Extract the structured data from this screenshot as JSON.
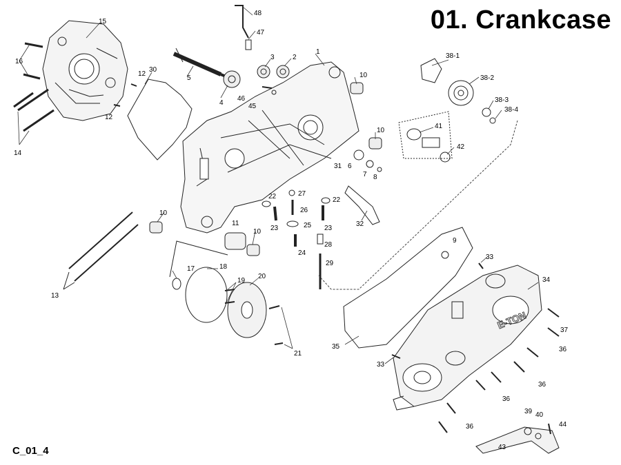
{
  "header": {
    "title": "01. Crankcase"
  },
  "footer": {
    "code": "C_01_4"
  },
  "diagram": {
    "callouts": [
      {
        "id": "c1",
        "label": "1"
      },
      {
        "id": "c2",
        "label": "2"
      },
      {
        "id": "c3",
        "label": "3"
      },
      {
        "id": "c4",
        "label": "4"
      },
      {
        "id": "c5",
        "label": "5"
      },
      {
        "id": "c6",
        "label": "6"
      },
      {
        "id": "c7",
        "label": "7"
      },
      {
        "id": "c8",
        "label": "8"
      },
      {
        "id": "c9",
        "label": "9"
      },
      {
        "id": "c10a",
        "label": "10"
      },
      {
        "id": "c10b",
        "label": "10"
      },
      {
        "id": "c10c",
        "label": "10"
      },
      {
        "id": "c10d",
        "label": "10"
      },
      {
        "id": "c11",
        "label": "11"
      },
      {
        "id": "c12a",
        "label": "12"
      },
      {
        "id": "c12b",
        "label": "12"
      },
      {
        "id": "c13",
        "label": "13"
      },
      {
        "id": "c14",
        "label": "14"
      },
      {
        "id": "c15",
        "label": "15"
      },
      {
        "id": "c16",
        "label": "16"
      },
      {
        "id": "c17",
        "label": "17"
      },
      {
        "id": "c18",
        "label": "18"
      },
      {
        "id": "c19",
        "label": "19"
      },
      {
        "id": "c20",
        "label": "20"
      },
      {
        "id": "c21",
        "label": "21"
      },
      {
        "id": "c22a",
        "label": "22"
      },
      {
        "id": "c22b",
        "label": "22"
      },
      {
        "id": "c23a",
        "label": "23"
      },
      {
        "id": "c23b",
        "label": "23"
      },
      {
        "id": "c24",
        "label": "24"
      },
      {
        "id": "c25",
        "label": "25"
      },
      {
        "id": "c26",
        "label": "26"
      },
      {
        "id": "c27",
        "label": "27"
      },
      {
        "id": "c28",
        "label": "28"
      },
      {
        "id": "c29",
        "label": "29"
      },
      {
        "id": "c30",
        "label": "30"
      },
      {
        "id": "c31",
        "label": "31"
      },
      {
        "id": "c32",
        "label": "32"
      },
      {
        "id": "c33a",
        "label": "33"
      },
      {
        "id": "c33b",
        "label": "33"
      },
      {
        "id": "c34",
        "label": "34"
      },
      {
        "id": "c35",
        "label": "35"
      },
      {
        "id": "c36a",
        "label": "36"
      },
      {
        "id": "c36b",
        "label": "36"
      },
      {
        "id": "c36c",
        "label": "36"
      },
      {
        "id": "c36d",
        "label": "36"
      },
      {
        "id": "c37",
        "label": "37"
      },
      {
        "id": "c38_1",
        "label": "38-1"
      },
      {
        "id": "c38_2",
        "label": "38-2"
      },
      {
        "id": "c38_3",
        "label": "38-3"
      },
      {
        "id": "c38_4",
        "label": "38-4"
      },
      {
        "id": "c39",
        "label": "39"
      },
      {
        "id": "c40",
        "label": "40"
      },
      {
        "id": "c41",
        "label": "41"
      },
      {
        "id": "c42",
        "label": "42"
      },
      {
        "id": "c43",
        "label": "43"
      },
      {
        "id": "c44",
        "label": "44"
      },
      {
        "id": "c45",
        "label": "45"
      },
      {
        "id": "c46",
        "label": "46"
      },
      {
        "id": "c47",
        "label": "47"
      },
      {
        "id": "c48",
        "label": "48"
      }
    ],
    "cover_logo": "E-TON"
  }
}
